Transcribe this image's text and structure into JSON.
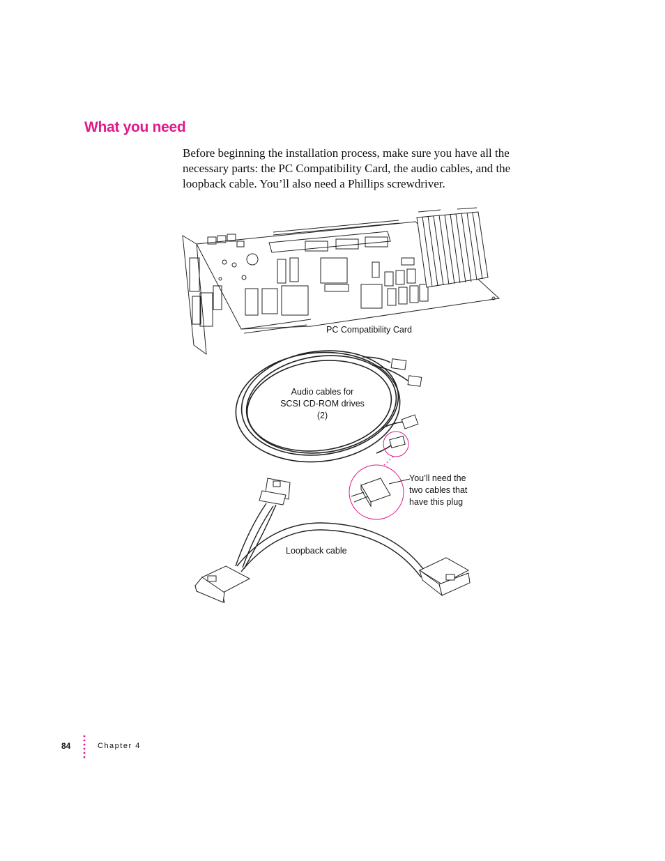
{
  "heading": "What you need",
  "intro": "Before beginning the installation process, make sure you have all the necessary parts: the PC Compatibility Card, the audio cables, and the loopback cable. You’ll also need a Phillips screwdriver.",
  "labels": {
    "card": "PC Compatibility Card",
    "audio": "Audio cables for\nSCSI CD-ROM drives (2)",
    "plug": "You’ll need the\ntwo cables that\nhave this plug",
    "loopback": "Loopback cable"
  },
  "footer": {
    "page_number": "84",
    "chapter": "Chapter 4"
  },
  "colors": {
    "accent": "#e0198c",
    "line": "#222222"
  }
}
